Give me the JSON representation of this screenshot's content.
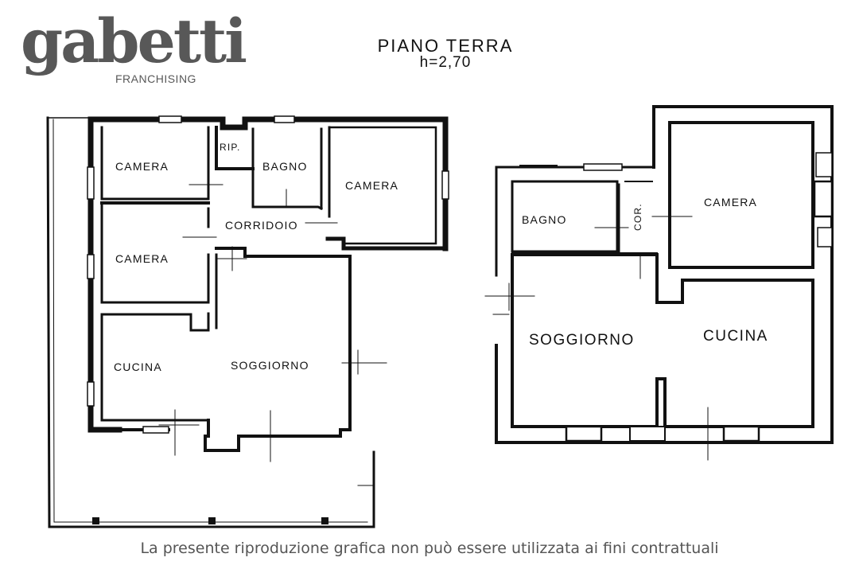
{
  "logo": {
    "word": "gabetti",
    "sub": "FRANCHISING"
  },
  "header": {
    "floor": "PIANO TERRA",
    "height": "h=2,70"
  },
  "left_plan": {
    "rooms": [
      {
        "label": "CAMERA"
      },
      {
        "label": "RIP."
      },
      {
        "label": "BAGNO"
      },
      {
        "label": "CAMERA"
      },
      {
        "label": "CORRIDOIO"
      },
      {
        "label": "CAMERA"
      },
      {
        "label": "CUCINA"
      },
      {
        "label": "SOGGIORNO"
      }
    ]
  },
  "right_plan": {
    "rooms": [
      {
        "label": "BAGNO"
      },
      {
        "label": "COR."
      },
      {
        "label": "CAMERA"
      },
      {
        "label": "SOGGIORNO"
      },
      {
        "label": "CUCINA"
      }
    ]
  },
  "footer": {
    "disclaimer": "La presente riproduzione grafica non può essere utilizzata ai fini contrattuali"
  }
}
